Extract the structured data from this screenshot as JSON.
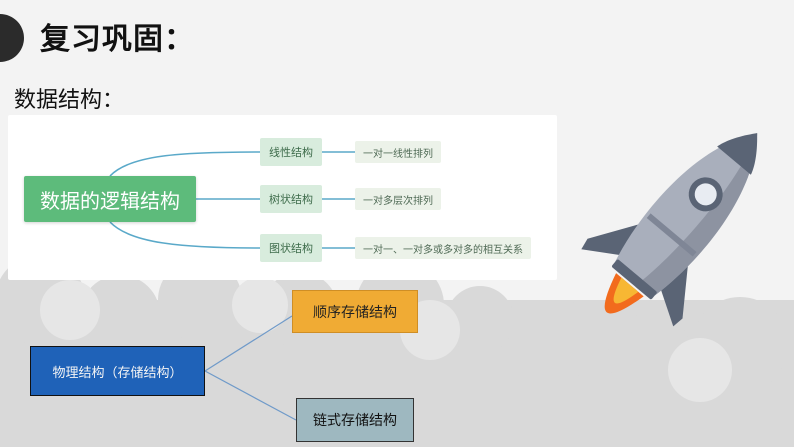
{
  "slide": {
    "title": "复习巩固：",
    "subtitle": "数据结构："
  },
  "mindmap": {
    "root": "数据的逻辑结构",
    "branches": [
      {
        "label": "线性结构",
        "detail": "一对一线性排列"
      },
      {
        "label": "树状结构",
        "detail": "一对多层次排列"
      },
      {
        "label": "图状结构",
        "detail": "一对一、一对多或多对多的相互关系"
      }
    ]
  },
  "storage": {
    "root": "物理结构（存储结构）",
    "children": [
      "顺序存储结构",
      "链式存储结构"
    ]
  },
  "colors": {
    "mindmap_root": "#5dbb7b",
    "mindmap_branch": "#d8ecdd",
    "storage_root": "#1f62b8",
    "sequential": "#f0ab34",
    "linked": "#9eb8c0",
    "connector": "#5aa9c9"
  },
  "icons": [
    "rocket-icon",
    "cloud-icon",
    "bullet-circle-icon"
  ]
}
